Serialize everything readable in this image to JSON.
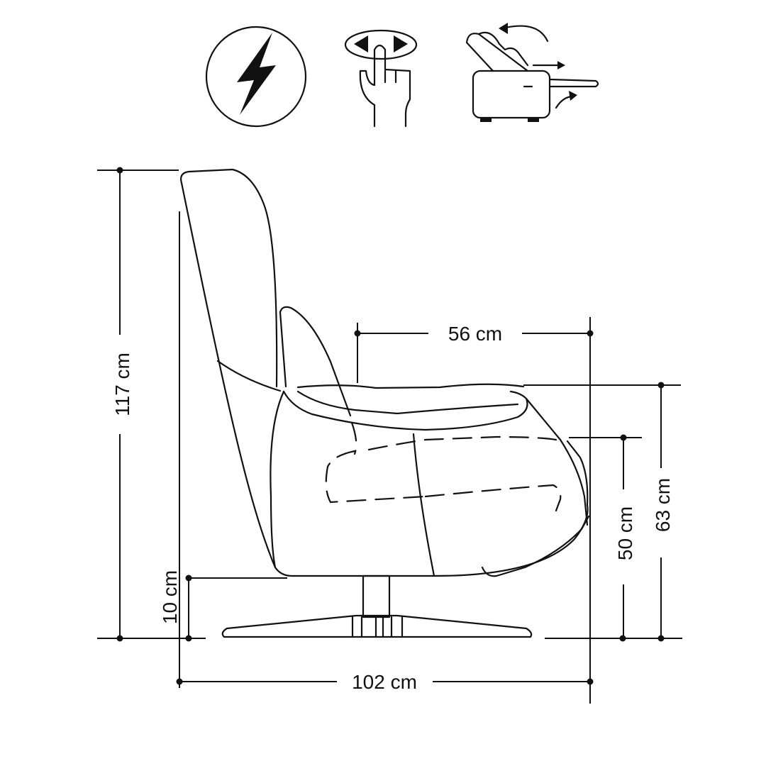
{
  "features": {
    "icons": [
      "electric-power-icon",
      "touch-control-icon",
      "recline-mechanism-icon"
    ]
  },
  "dimensions": {
    "height_total": "117 cm",
    "seat_height": "10 cm",
    "seat_depth": "56 cm",
    "armrest_height": "63 cm",
    "seat_front_height": "50 cm",
    "depth_total": "102 cm"
  },
  "colors": {
    "line": "#111111",
    "background": "#ffffff"
  }
}
